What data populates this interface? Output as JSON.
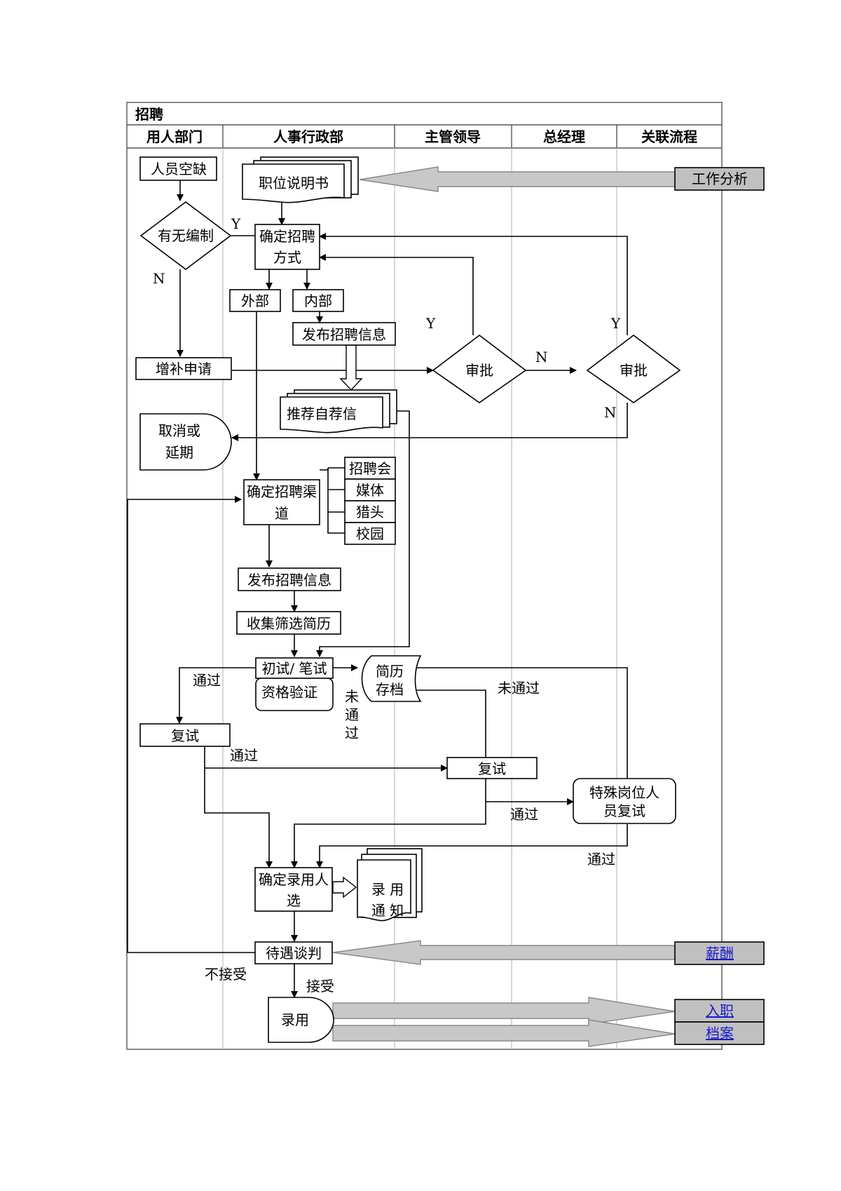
{
  "title": "招聘",
  "lanes": [
    "用人部门",
    "人事行政部",
    "主管领导",
    "总经理",
    "关联流程"
  ],
  "nodes": {
    "vacancy": "人员空缺",
    "job_desc": "职位说明书",
    "quota": "有无编制",
    "decide_method_1": "确定招聘",
    "decide_method_2": "方式",
    "external": "外部",
    "internal": "内部",
    "publish_internal": "发布招聘信息",
    "supplement": "增补申请",
    "approve_mgr": "审批",
    "approve_gm": "审批",
    "self_rec": "推荐自荐信",
    "cancel_1": "取消或",
    "cancel_2": "延期",
    "channel_1": "确定招聘渠",
    "channel_2": "道",
    "ch_fair": "招聘会",
    "ch_media": "媒体",
    "ch_headhunter": "猎头",
    "ch_campus": "校园",
    "publish": "发布招聘信息",
    "screen": "收集筛选简历",
    "first_test": "初试/ 笔试",
    "qualify": "资格验证",
    "archive_1": "简历",
    "archive_2": "存档",
    "retest_dept": "复试",
    "retest_mgr": "复试",
    "special_1": "特殊岗位人",
    "special_2": "员复试",
    "hire_select_1": "确定录用人",
    "hire_select_2": "选",
    "notice_1": "录  用",
    "notice_2": "通  知",
    "negotiate": "待遇谈判",
    "hire": "录用"
  },
  "labels": {
    "y1": "Y",
    "n1": "N",
    "y2": "Y",
    "n2": "N",
    "y3": "Y",
    "n3": "N",
    "pass1": "通过",
    "pass2": "通过",
    "pass3": "通过",
    "pass4": "通过",
    "fail_v1": "未",
    "fail_v2": "通",
    "fail_v3": "过",
    "fail2": "未通过",
    "reject": "不接受",
    "accept": "接受"
  },
  "related": {
    "job_analysis": "工作分析",
    "salary": "薪酬",
    "onboarding": "入职",
    "archives": "档案"
  }
}
